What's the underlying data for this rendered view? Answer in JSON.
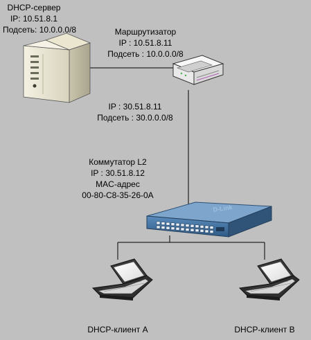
{
  "server": {
    "name": "DHCP-сервер",
    "ip": "IP: 10.51.8.1",
    "subnet": "Подсеть: 10.0.0.0/8"
  },
  "router": {
    "name": "Маршрутизатор",
    "ip": "IP : 10.51.8.11",
    "subnet": "Подсеть : 10.0.0.0/8"
  },
  "router_lower": {
    "ip": "IP : 30.51.8.11",
    "subnet": "Подсеть : 30.0.0.0/8"
  },
  "switch": {
    "name": "Коммутатор L2",
    "ip": "IP : 30.51.8.12",
    "mac_label": "MAC-адрес",
    "mac": "00-80-C8-35-26-0A",
    "brand": "D-Link"
  },
  "clients": [
    {
      "name": "DHCP-клиент A"
    },
    {
      "name": "DHCP-клиент B"
    }
  ],
  "colors": {
    "background": "#c0c0c0",
    "switch_body": "#4a79a8",
    "line": "#000000"
  },
  "icons": [
    "server-icon",
    "router-icon",
    "switch-icon",
    "laptop-icon"
  ]
}
